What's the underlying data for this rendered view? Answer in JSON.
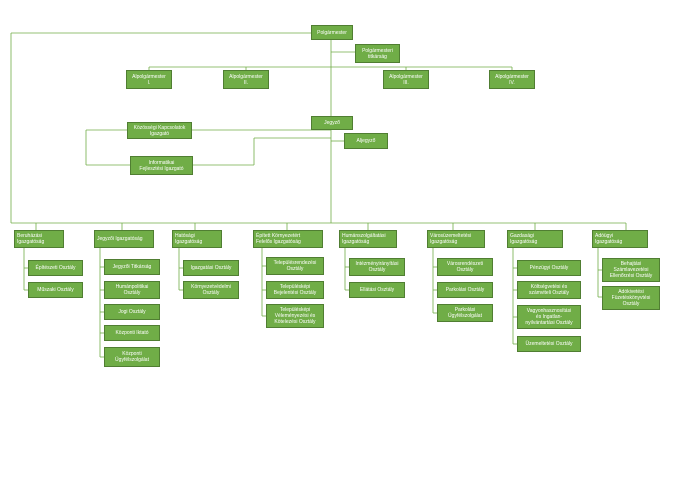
{
  "colors": {
    "box_fill": "#70ad47",
    "box_border": "#507e32",
    "line": "#70ad47",
    "text": "#ffffff"
  },
  "nodes": {
    "mayor": "Polgármester",
    "mayor_secretariat": "Polgármesteri\ntitkárság",
    "deputy_1": "Alpolgármester\nI.",
    "deputy_2": "Alpolgármester\nII.",
    "deputy_3": "Alpolgármester\nIII.",
    "deputy_4": "Alpolgármester\nIV.",
    "public_relations": "Közösségi Kapcsolatok\nIgazgató",
    "it_director": "Informatikai\nFejlesztési Igazgató",
    "notary": "Jegyző",
    "deputy_notary": "Aljegyző"
  },
  "directorates": [
    {
      "title": "Beruházási\nIgazgatóság",
      "departments": [
        "Építészeti Osztály",
        "Műszaki Osztály"
      ]
    },
    {
      "title": "Jegyzői Igazgatóság",
      "departments": [
        "Jegyzői Titkárság",
        "Humánpolitikai\nOsztály",
        "Jogi Osztály",
        "Központi Iktató",
        "Központi\nÜgyfélszolgálat"
      ]
    },
    {
      "title": "Hatósági\nIgazgatóság",
      "departments": [
        "Igazgatási Osztály",
        "Környezetvédelmi\nOsztály"
      ]
    },
    {
      "title": "Épített Környezetért\nFelelős Igazgatóság",
      "departments": [
        "Településrendezési\nOsztály",
        "Településképi\nBejelentési Osztály",
        "Településképi\nVéleményezési és\nKötelezési Osztály"
      ]
    },
    {
      "title": "Humánszolgáltatási\nIgazgatóság",
      "departments": [
        "Intézményirányítási\nOsztály",
        "Ellátási Osztály"
      ]
    },
    {
      "title": "Városüzemeltetési\nIgazgatóság",
      "departments": [
        "Városrendészeti\nOsztály",
        "Parkolási Osztály",
        "Parkolási\nÜgyfélszolgálat"
      ]
    },
    {
      "title": "Gazdasági\nIgazgatóság",
      "departments": [
        "Pénzügyi Osztály",
        "Költségvetési és\nszámviteli Osztály",
        "Vagyonhasznosítási\nés Ingatlan-\nnyilvántartási Osztály",
        "Üzemeltetési Osztály"
      ]
    },
    {
      "title": "Adóügyi\nIgazgatóság",
      "departments": [
        "Behajtási\nSzámlavezetési\nEllenőrzési Osztály",
        "Adókivetési\nFüzetéskönyvtési\nOsztály"
      ]
    }
  ]
}
